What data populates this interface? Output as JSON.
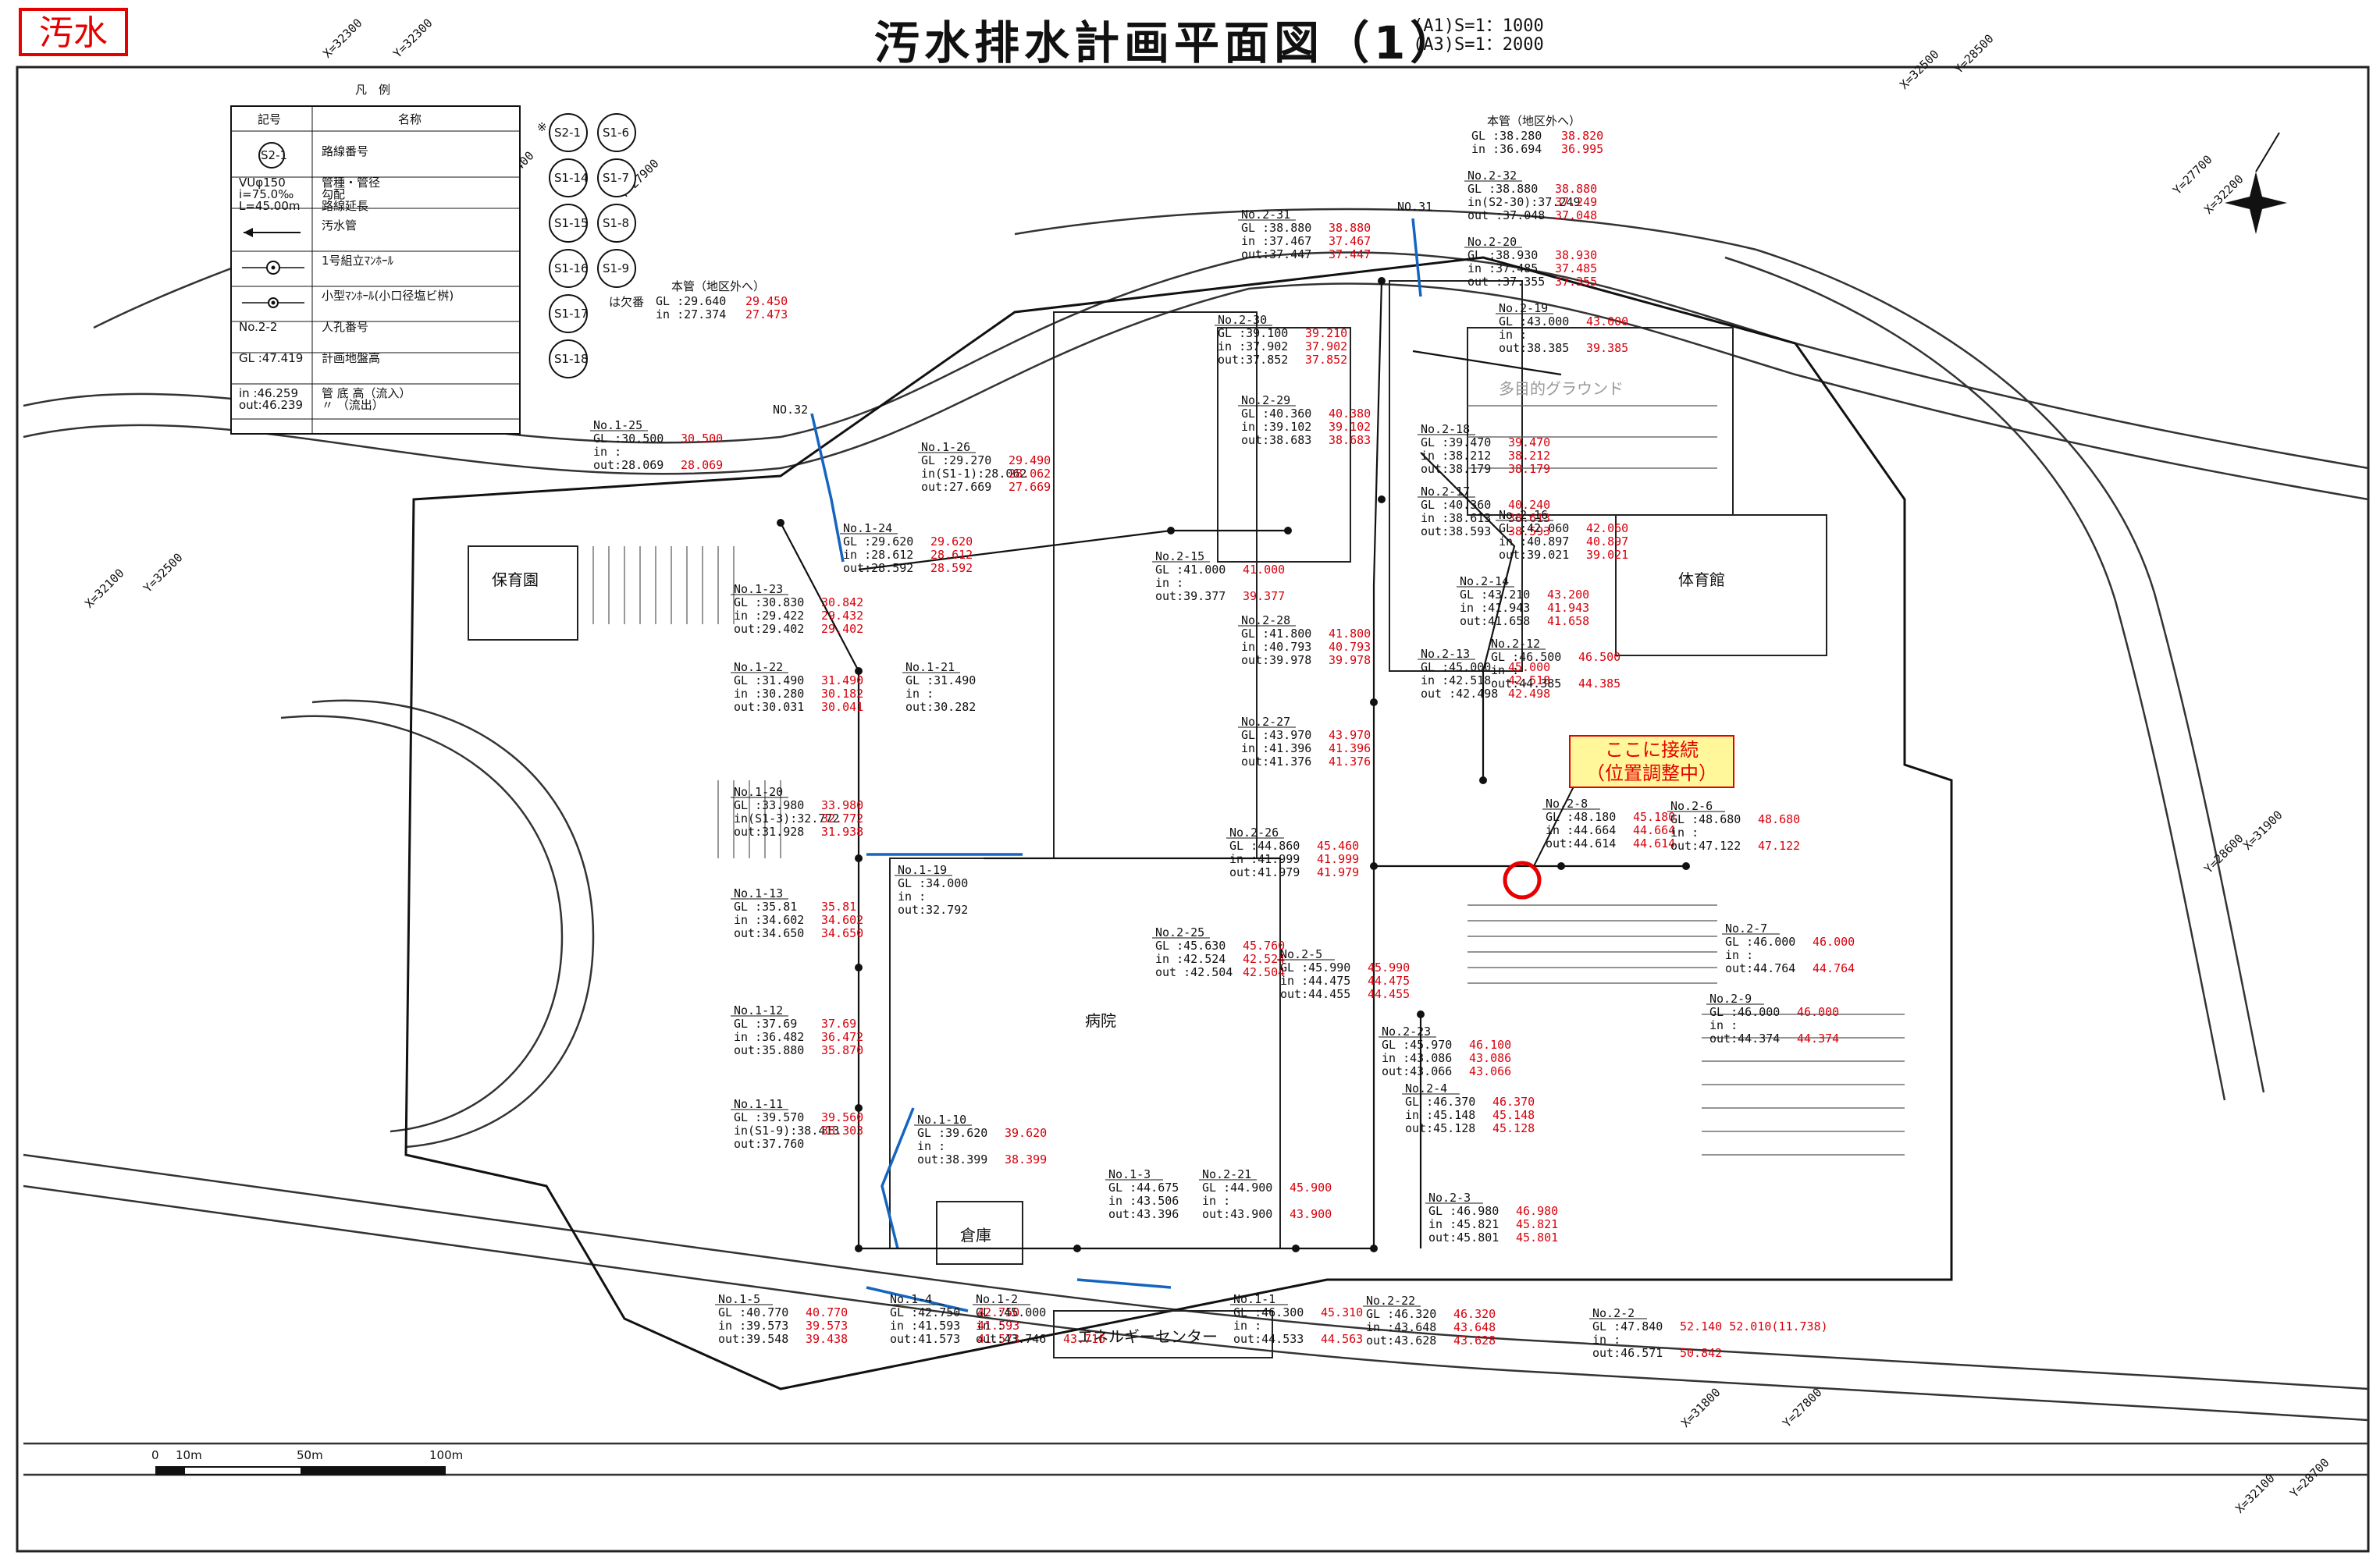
{
  "sheet": {
    "tag": "汚水",
    "title": "汚水排水計画平面図（1）",
    "scale_a1": "(A1)S=1：1000",
    "scale_a3": "(A3)S=1：2000"
  },
  "legend": {
    "heading": "凡　例",
    "col_symbol": "記号",
    "col_name": "名称",
    "rows": [
      {
        "symbol": "S2-1",
        "name": "路線番号"
      },
      {
        "symbol": "VUφ150 / i=75.0‰ / L=45.00m",
        "name": "管種・管径 / 勾配 / 路線延長"
      },
      {
        "symbol": "arrow",
        "name": "汚水管"
      },
      {
        "symbol": "manhole-large",
        "name": "1号組立ﾏﾝﾎｰﾙ"
      },
      {
        "symbol": "manhole-small",
        "name": "小型ﾏﾝﾎｰﾙ(小口径塩ビ桝)"
      },
      {
        "symbol": "No.2-2",
        "name": "人孔番号"
      },
      {
        "symbol": "GL :47.419",
        "name": "計画地盤高"
      },
      {
        "symbol": "in :46.259 / out:46.239",
        "name": "管 底 高（流入） / 〃 （流出）"
      }
    ],
    "note_mark": "※",
    "missing_note": "は欠番",
    "missing_numbers": [
      "S2-1",
      "S1-6",
      "S1-14",
      "S1-7",
      "S1-15",
      "S1-8",
      "S1-16",
      "S1-9",
      "S1-17",
      "S1-18"
    ]
  },
  "buildings": {
    "hospital": "病院",
    "nursery": "保育園",
    "gym": "体育館",
    "energy_center": "エネルギーセンター",
    "warehouse": "倉庫",
    "ground": "多目的グラウンド"
  },
  "callout": {
    "line1": "ここに接続",
    "line2": "（位置調整中）"
  },
  "markers": {
    "no31": "NO.31",
    "no32": "NO.32"
  },
  "manholes": [
    {
      "id": "No.1-25",
      "gl": "GL :30.500",
      "gl_r": "30.500",
      "in": "in :",
      "out": "out:28.069",
      "out_r": "28.069"
    },
    {
      "id": "No.1-26",
      "gl": "GL :29.270",
      "gl_r": "29.490",
      "in": "in(S1-1):28.062",
      "in_r": "28.062",
      "out": "out:27.669",
      "out_r": "27.669"
    },
    {
      "id": "No.1-23",
      "gl": "GL :30.830",
      "gl_r": "30.842",
      "in": "in :29.422",
      "in_r": "29.432",
      "out": "out:29.402",
      "out_r": "29.402"
    },
    {
      "id": "No.1-22",
      "gl": "GL :31.490",
      "gl_r": "31.490",
      "in": "in :30.280",
      "in_r": "30.182",
      "out": "out:30.031",
      "out_r": "30.041"
    },
    {
      "id": "No.1-21",
      "gl": "GL :31.490",
      "gl_r": "",
      "in": "in :",
      "in_r": "",
      "out": "out:30.282",
      "out_r": ""
    },
    {
      "id": "No.1-20",
      "gl": "GL :33.980",
      "gl_r": "33.980",
      "in": "in(S1-3):32.772",
      "in_r": "32.772",
      "out": "out:31.928",
      "out_r": "31.938"
    },
    {
      "id": "No.1-19",
      "gl": "GL :34.000",
      "gl_r": "",
      "in": "in :",
      "in_r": "",
      "out": "out:32.792",
      "out_r": ""
    },
    {
      "id": "No.1-13",
      "gl": "GL :35.81",
      "gl_r": "35.81",
      "in": "in :34.602",
      "in_r": "34.602",
      "out": "out:34.650",
      "out_r": "34.650"
    },
    {
      "id": "No.1-12",
      "gl": "GL :37.69",
      "gl_r": "37.69",
      "in": "in :36.482",
      "in_r": "36.472",
      "out": "out:35.880",
      "out_r": "35.870"
    },
    {
      "id": "No.1-11",
      "gl": "GL :39.570",
      "gl_r": "39.560",
      "in": "in(S1-9):38.413",
      "in_r": "38.303",
      "out": "out:37.760",
      "out_r": ""
    },
    {
      "id": "No.1-10",
      "gl": "GL :39.620",
      "gl_r": "39.620",
      "in": "in :",
      "in_r": "",
      "out": "out:38.399",
      "out_r": "38.399"
    },
    {
      "id": "No.1-5",
      "gl": "GL :40.770",
      "gl_r": "40.770",
      "in": "in :39.573",
      "in_r": "39.573",
      "out": "out:39.548",
      "out_r": "39.438"
    },
    {
      "id": "No.1-4",
      "gl": "GL :42.750",
      "gl_r": "42.750",
      "in": "in :41.593",
      "in_r": "41.593",
      "out": "out:41.573",
      "out_r": "41.573"
    },
    {
      "id": "No.1-2",
      "gl": "GL :45.000",
      "gl_r": "",
      "in": "in :",
      "in_r": "",
      "out": "out:43.746",
      "out_r": "43.716"
    },
    {
      "id": "No.1-3",
      "gl": "GL :44.675",
      "gl_r": "",
      "in": "in :43.506",
      "in_r": "",
      "out": "out:43.396",
      "out_r": ""
    },
    {
      "id": "No.1-1",
      "gl": "GL :46.300",
      "gl_r": "45.310",
      "in": "in :",
      "in_r": "",
      "out": "out:44.533",
      "out_r": "44.563"
    },
    {
      "id": "No.1-24",
      "gl": "GL :29.620",
      "gl_r": "29.620",
      "in": "in :28.612",
      "in_r": "28.612",
      "out": "out:28.592",
      "out_r": "28.592"
    },
    {
      "id": "No.2-31",
      "gl": "GL :38.880",
      "gl_r": "38.880",
      "in": "in :37.467",
      "in_r": "37.467",
      "out": "out:37.447",
      "out_r": "37.447"
    },
    {
      "id": "No.2-30",
      "gl": "GL :39.100",
      "gl_r": "39.210",
      "in": "in :37.902",
      "in_r": "37.902",
      "out": "out:37.852",
      "out_r": "37.852"
    },
    {
      "id": "No.2-29",
      "gl": "GL :40.360",
      "gl_r": "40.380",
      "in": "in :39.102",
      "in_r": "39.102",
      "out": "out:38.683",
      "out_r": "38.683"
    },
    {
      "id": "No.2-15",
      "gl": "GL :41.000",
      "gl_r": "41.000",
      "in": "in :",
      "in_r": "",
      "out": "out:39.377",
      "out_r": "39.377"
    },
    {
      "id": "No.2-28",
      "gl": "GL :41.800",
      "gl_r": "41.800",
      "in": "in :40.793",
      "in_r": "40.793",
      "out": "out:39.978",
      "out_r": "39.978"
    },
    {
      "id": "No.2-27",
      "gl": "GL :43.970",
      "gl_r": "43.970",
      "in": "in :41.396",
      "in_r": "41.396",
      "out": "out:41.376",
      "out_r": "41.376"
    },
    {
      "id": "No.2-26",
      "gl": "GL :44.860",
      "gl_r": "45.460",
      "in": "in :41.999",
      "in_r": "41.999",
      "out": "out:41.979",
      "out_r": "41.979"
    },
    {
      "id": "No.2-25",
      "gl": "GL :45.630",
      "gl_r": "45.760",
      "in": "in :42.524",
      "in_r": "42.524",
      "out": "out :42.504",
      "out_r": "42.504"
    },
    {
      "id": "No.2-5",
      "gl": "GL :45.990",
      "gl_r": "45.990",
      "in": "in :44.475",
      "in_r": "44.475",
      "out": "out:44.455",
      "out_r": "44.455"
    },
    {
      "id": "No.2-23",
      "gl": "GL :45.970",
      "gl_r": "46.100",
      "in": "in :43.086",
      "in_r": "43.086",
      "out": "out:43.066",
      "out_r": "43.066"
    },
    {
      "id": "No.2-4",
      "gl": "GL :46.370",
      "gl_r": "46.370",
      "in": "in :45.148",
      "in_r": "45.148",
      "out": "out:45.128",
      "out_r": "45.128"
    },
    {
      "id": "No.2-21",
      "gl": "GL :44.900",
      "gl_r": "45.900",
      "in": "in :",
      "in_r": "",
      "out": "out:43.900",
      "out_r": "43.900"
    },
    {
      "id": "No.2-22",
      "gl": "GL :46.320",
      "gl_r": "46.320",
      "in": "in :43.648",
      "in_r": "43.648",
      "out": "out:43.628",
      "out_r": "43.628"
    },
    {
      "id": "No.2-3",
      "gl": "GL :46.980",
      "gl_r": "46.980",
      "in": "in :45.821",
      "in_r": "45.821",
      "out": "out:45.801",
      "out_r": "45.801"
    },
    {
      "id": "No.2-2",
      "gl": "GL :47.840",
      "gl_r": "52.140 52.010(11.738)",
      "in": "in :",
      "in_r": "",
      "out": "out:46.571",
      "out_r": "50.842"
    },
    {
      "id": "No.2-18",
      "gl": "GL :39.470",
      "gl_r": "39.470",
      "in": "in :38.212",
      "in_r": "38.212",
      "out": "out:38.179",
      "out_r": "38.179"
    },
    {
      "id": "No.2-17",
      "gl": "GL :40.360",
      "gl_r": "40.240",
      "in": "in :38.613",
      "in_r": "38.613",
      "out": "out:38.593",
      "out_r": "38.593"
    },
    {
      "id": "No.2-16",
      "gl": "GL :42.060",
      "gl_r": "42.060",
      "in": "in :40.897",
      "in_r": "40.897",
      "out": "out:39.021",
      "out_r": "39.021"
    },
    {
      "id": "No.2-14",
      "gl": "GL :43.210",
      "gl_r": "43.200",
      "in": "in :41.943",
      "in_r": "41.943",
      "out": "out:41.658",
      "out_r": "41.658"
    },
    {
      "id": "No.2-13",
      "gl": "GL :45.000",
      "gl_r": "45.000",
      "in": "in :42.518",
      "in_r": "42.518",
      "out": "out :42.498",
      "out_r": "42.498"
    },
    {
      "id": "No.2-12",
      "gl": "GL :46.500",
      "gl_r": "46.500",
      "in": "in :",
      "in_r": "",
      "out": "out:44.385",
      "out_r": "44.385"
    },
    {
      "id": "No.2-8",
      "gl": "GL :48.180",
      "gl_r": "45.180",
      "in": "in :44.664",
      "in_r": "44.664",
      "out": "out:44.614",
      "out_r": "44.614"
    },
    {
      "id": "No.2-6",
      "gl": "GL :48.680",
      "gl_r": "48.680",
      "in": "in :",
      "in_r": "",
      "out": "out:47.122",
      "out_r": "47.122"
    },
    {
      "id": "No.2-7",
      "gl": "GL :46.000",
      "gl_r": "46.000",
      "in": "in :",
      "in_r": "",
      "out": "out:44.764",
      "out_r": "44.764"
    },
    {
      "id": "No.2-9",
      "gl": "GL :46.000",
      "gl_r": "46.000",
      "in": "in :",
      "in_r": "",
      "out": "out:44.374",
      "out_r": "44.374"
    },
    {
      "id": "No.2-19",
      "gl": "GL :43.000",
      "gl_r": "43.000",
      "in": "in :",
      "in_r": "",
      "out": "out:38.385",
      "out_r": "39.385"
    },
    {
      "id": "No.2-20",
      "gl": "GL :38.930",
      "gl_r": "38.930",
      "in": "in :37.485",
      "in_r": "37.485",
      "out": "out :37.355",
      "out_r": "37.355"
    },
    {
      "id": "No.2-32",
      "gl": "GL :38.880",
      "gl_r": "38.880",
      "in": "in(S2-30):37.249",
      "in_r": "37.249",
      "out": "out :37.048",
      "out_r": "37.048"
    }
  ],
  "trunk_labels": [
    {
      "id": "本管（地区外へ）",
      "gl": "GL :29.640",
      "gl_r": "29.450",
      "in": "in :27.374",
      "in_r": "27.473"
    },
    {
      "id": "本管（地区外へ）",
      "gl": "GL :38.280",
      "gl_r": "38.820",
      "in": "in :36.694",
      "in_r": "36.995"
    }
  ],
  "scale_bar": {
    "ticks": [
      "0",
      "10m",
      "50m",
      "100m"
    ]
  },
  "grid_marks": [
    "X=32300",
    "Y=32300",
    "X=32500",
    "Y=28500",
    "X=32100",
    "Y=32500",
    "X=32400",
    "Y=27900",
    "X=32200",
    "Y=27700",
    "Y=28600",
    "X=31900",
    "X=31800",
    "Y=27800",
    "X=32100",
    "Y=28700"
  ],
  "colors": {
    "tag": "#e60000",
    "line": "#111111",
    "pipe": "#1565c0",
    "elev_red": "#d8000c",
    "callout_bg": "#fff79a",
    "target_ring": "#e60000"
  }
}
